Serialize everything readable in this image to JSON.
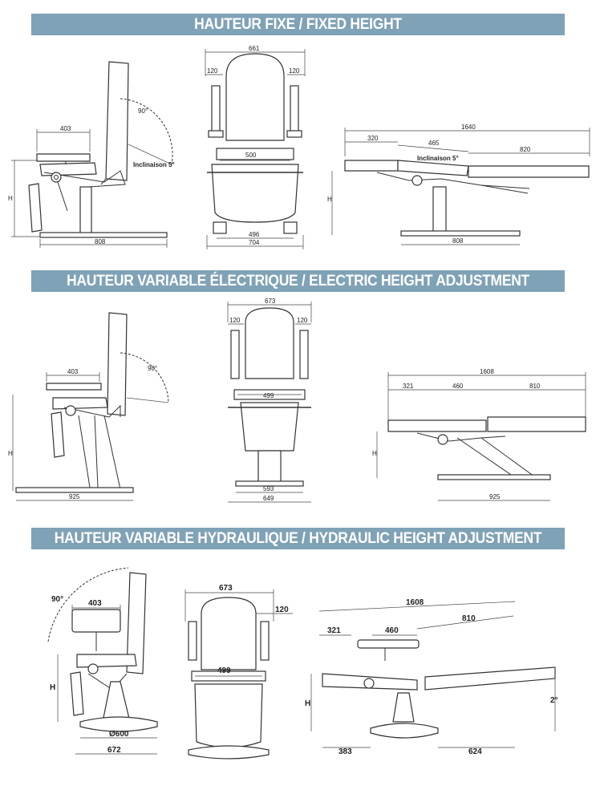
{
  "sections": [
    {
      "title": "HAUTEUR FIXE / FIXED HEIGHT"
    },
    {
      "title": "HAUTEUR VARIABLE ÉLECTRIQUE / ELECTRIC HEIGHT ADJUSTMENT"
    },
    {
      "title": "HAUTEUR VARIABLE HYDRAULIQUE / HYDRAULIC HEIGHT ADJUSTMENT"
    }
  ],
  "fixed": {
    "side": {
      "armrest": "403",
      "angle": "90°",
      "incline": "Inclinaison 5°",
      "height": "H",
      "base": "808"
    },
    "front": {
      "total": "661",
      "left": "120",
      "right": "120",
      "seat": "500",
      "base_inner": "496",
      "base_outer": "704"
    },
    "flat": {
      "total": "1640",
      "head": "320",
      "mid": "465",
      "foot": "820",
      "incline": "Inclinaison 5°",
      "height": "H",
      "base": "808"
    }
  },
  "electric": {
    "side": {
      "armrest": "403",
      "angle": "90°",
      "height": "H",
      "base": "925"
    },
    "front": {
      "total": "673",
      "left": "120",
      "right": "120",
      "seat": "499",
      "base_inner": "593",
      "base_outer": "649"
    },
    "flat": {
      "total": "1608",
      "head": "321",
      "mid": "460",
      "foot": "810",
      "height": "H",
      "base": "925"
    }
  },
  "hydraulic": {
    "side": {
      "angle": "90°",
      "armrest": "403",
      "height": "H",
      "diameter": "Ø600",
      "base": "672"
    },
    "front": {
      "total": "673",
      "right": "120",
      "seat": "499"
    },
    "flat": {
      "total": "1608",
      "head": "321",
      "mid": "460",
      "foot": "810",
      "height": "H",
      "tilt": "2°",
      "left": "383",
      "right": "624"
    }
  }
}
